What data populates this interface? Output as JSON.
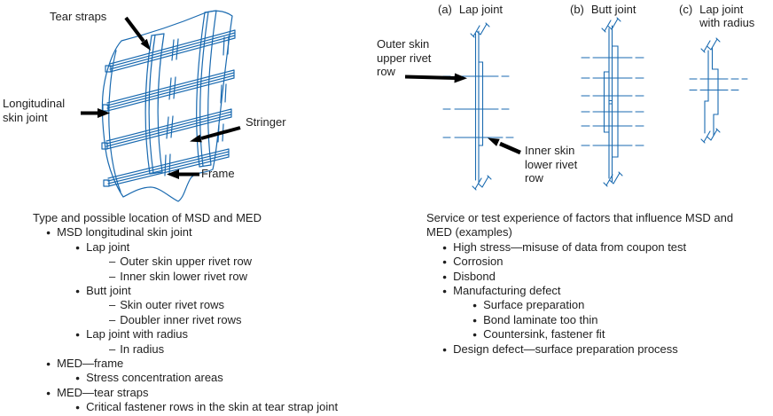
{
  "colors": {
    "diagram_line": "#1a6ab0",
    "text": "#1f1f1f",
    "arrow": "#000000"
  },
  "figure": {
    "tear_straps": "Tear straps",
    "longitudinal_skin_joint": "Longitudinal skin joint",
    "stringer": "Stringer",
    "frame": "Frame"
  },
  "joints": {
    "a": {
      "prefix": "(a)",
      "label": "Lap joint"
    },
    "b": {
      "prefix": "(b)",
      "label": "Butt joint"
    },
    "c": {
      "prefix": "(c)",
      "label": "Lap joint with radius"
    },
    "outer_skin_note": "Outer skin upper rivet row",
    "inner_skin_note": "Inner skin lower rivet row"
  },
  "msd_list": {
    "title": "Type and possible location of MSD and MED",
    "items": [
      {
        "level": 1,
        "marker": "bullet",
        "text": "MSD longitudinal skin joint"
      },
      {
        "level": 2,
        "marker": "bullet",
        "text": "Lap joint"
      },
      {
        "level": 3,
        "marker": "dash",
        "text": "Outer skin upper rivet row"
      },
      {
        "level": 3,
        "marker": "dash",
        "text": "Inner skin lower rivet row"
      },
      {
        "level": 2,
        "marker": "bullet",
        "text": "Butt joint"
      },
      {
        "level": 3,
        "marker": "dash",
        "text": "Skin outer rivet rows"
      },
      {
        "level": 3,
        "marker": "dash",
        "text": "Doubler inner rivet rows"
      },
      {
        "level": 2,
        "marker": "bullet",
        "text": "Lap joint with radius"
      },
      {
        "level": 3,
        "marker": "dash",
        "text": "In radius"
      },
      {
        "level": 1,
        "marker": "bullet",
        "text": "MED—frame"
      },
      {
        "level": 2,
        "marker": "bullet",
        "text": "Stress concentration areas"
      },
      {
        "level": 1,
        "marker": "bullet",
        "text": "MED—tear straps"
      },
      {
        "level": 2,
        "marker": "bullet",
        "text": "Critical fastener rows in the skin at tear strap joint"
      }
    ]
  },
  "factors_list": {
    "title": "Service or test experience of factors that influence MSD and MED (examples)",
    "items": [
      {
        "level": 1,
        "marker": "bullet",
        "text": "High stress—misuse of data from coupon test"
      },
      {
        "level": 1,
        "marker": "bullet",
        "text": "Corrosion"
      },
      {
        "level": 1,
        "marker": "bullet",
        "text": "Disbond"
      },
      {
        "level": 1,
        "marker": "bullet",
        "text": "Manufacturing defect"
      },
      {
        "level": 2,
        "marker": "bullet",
        "text": "Surface preparation"
      },
      {
        "level": 2,
        "marker": "bullet",
        "text": "Bond laminate too thin"
      },
      {
        "level": 2,
        "marker": "bullet",
        "text": "Countersink, fastener fit"
      },
      {
        "level": 1,
        "marker": "bullet",
        "text": "Design defect—surface preparation process"
      }
    ]
  }
}
